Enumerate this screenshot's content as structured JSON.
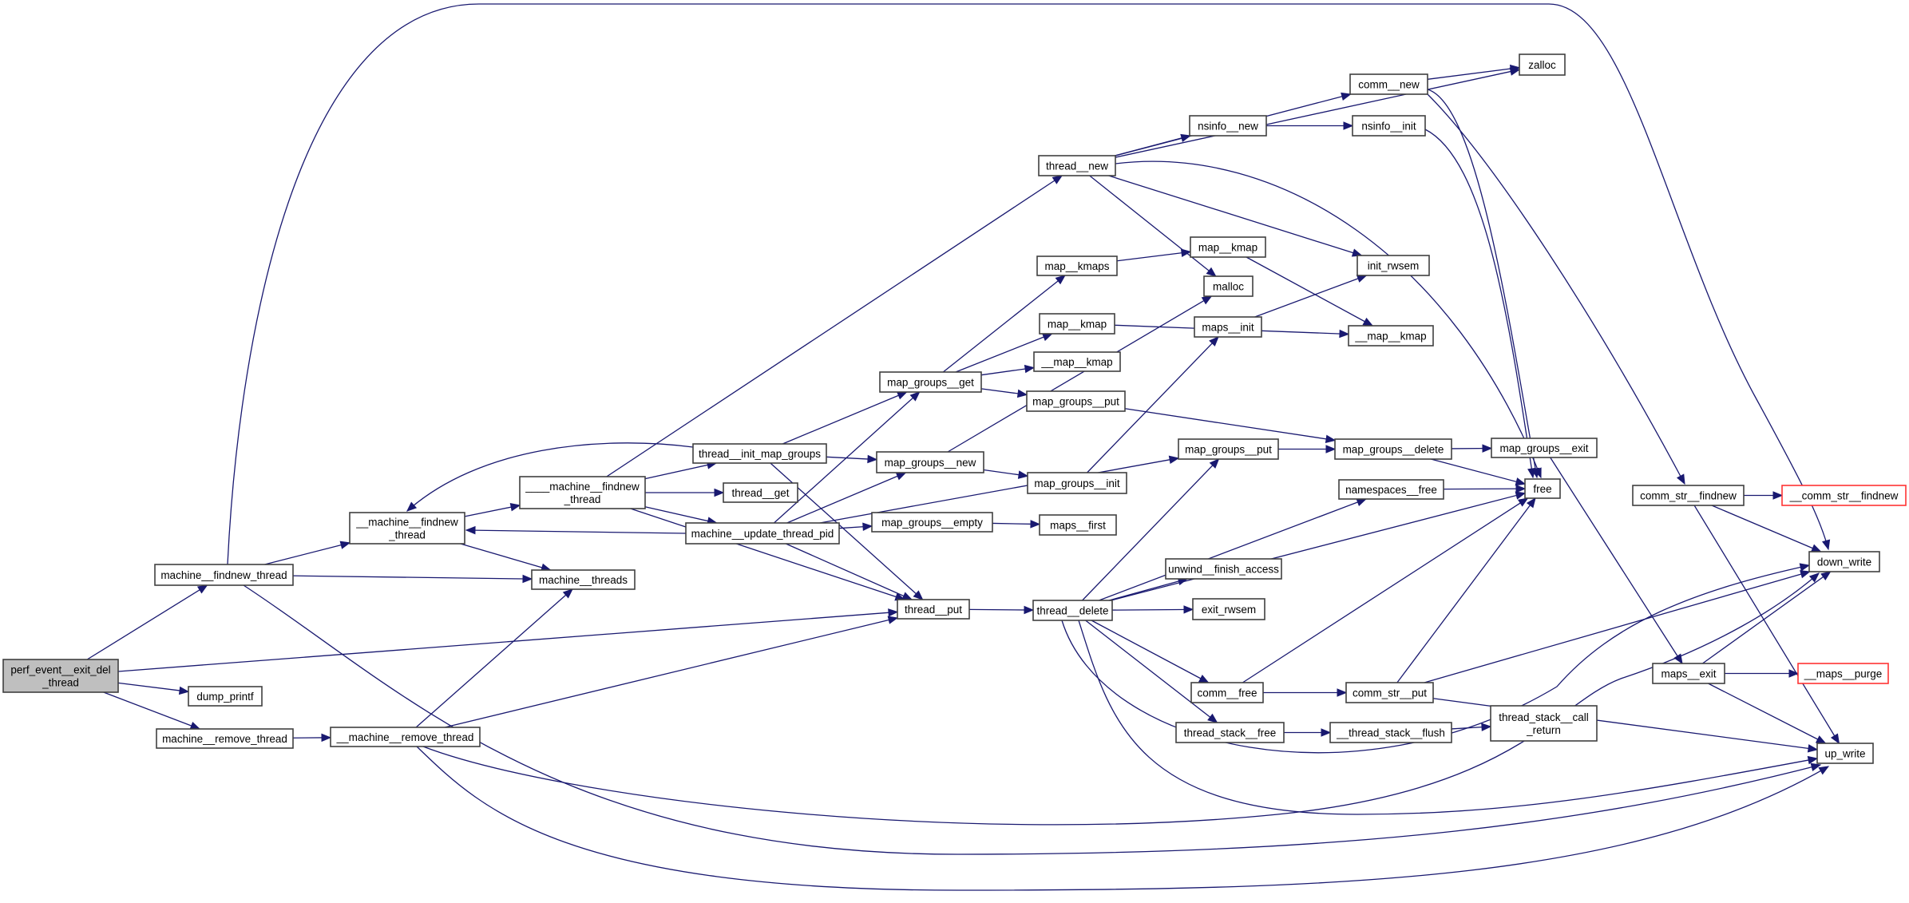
{
  "title": "Call graph for perf_event__exit_del_thread",
  "colors": {
    "edge": "#191970",
    "node_border": "#404040",
    "root_fill": "#bfbfbf",
    "external_border": "#ff3333",
    "background": "#ffffff"
  },
  "nodes": [
    {
      "id": "perf_event__exit_del_thread",
      "label": [
        "perf_event__exit_del",
        "_thread"
      ],
      "kind": "root"
    },
    {
      "id": "machine__findnew_thread",
      "label": [
        "machine__findnew_thread"
      ]
    },
    {
      "id": "dump_printf",
      "label": [
        "dump_printf"
      ]
    },
    {
      "id": "machine__remove_thread",
      "label": [
        "machine__remove_thread"
      ]
    },
    {
      "id": "__machine__findnew_thread",
      "label": [
        "__machine__findnew",
        "_thread"
      ]
    },
    {
      "id": "machine__threads",
      "label": [
        "machine__threads"
      ]
    },
    {
      "id": "____machine__findnew_thread",
      "label": [
        "____machine__findnew",
        "_thread"
      ]
    },
    {
      "id": "__machine__remove_thread",
      "label": [
        "__machine__remove_thread"
      ]
    },
    {
      "id": "thread__init_map_groups",
      "label": [
        "thread__init_map_groups"
      ]
    },
    {
      "id": "thread__get",
      "label": [
        "thread__get"
      ]
    },
    {
      "id": "machine__update_thread_pid",
      "label": [
        "machine__update_thread_pid"
      ]
    },
    {
      "id": "thread__put",
      "label": [
        "thread__put"
      ]
    },
    {
      "id": "thread__new",
      "label": [
        "thread__new"
      ]
    },
    {
      "id": "map_groups__get",
      "label": [
        "map_groups__get"
      ]
    },
    {
      "id": "map_groups__new",
      "label": [
        "map_groups__new"
      ]
    },
    {
      "id": "map_groups__empty",
      "label": [
        "map_groups__empty"
      ]
    },
    {
      "id": "map__kmaps",
      "label": [
        "map__kmaps"
      ]
    },
    {
      "id": "map__kmap_a",
      "label": [
        "map__kmap"
      ]
    },
    {
      "id": "__map__kmap_a",
      "label": [
        "__map__kmap"
      ]
    },
    {
      "id": "map_groups__put_a",
      "label": [
        "map_groups__put"
      ]
    },
    {
      "id": "map_groups__init",
      "label": [
        "map_groups__init"
      ]
    },
    {
      "id": "maps__first",
      "label": [
        "maps__first"
      ]
    },
    {
      "id": "malloc",
      "label": [
        "malloc"
      ]
    },
    {
      "id": "map__kmap_b",
      "label": [
        "map__kmap"
      ]
    },
    {
      "id": "maps__init",
      "label": [
        "maps__init"
      ]
    },
    {
      "id": "map_groups__put_b",
      "label": [
        "map_groups__put"
      ]
    },
    {
      "id": "thread__delete",
      "label": [
        "thread__delete"
      ]
    },
    {
      "id": "unwind__finish_access",
      "label": [
        "unwind__finish_access"
      ]
    },
    {
      "id": "exit_rwsem",
      "label": [
        "exit_rwsem"
      ]
    },
    {
      "id": "comm__free",
      "label": [
        "comm__free"
      ]
    },
    {
      "id": "thread_stack__free",
      "label": [
        "thread_stack__free"
      ]
    },
    {
      "id": "nsinfo__new",
      "label": [
        "nsinfo__new"
      ]
    },
    {
      "id": "nsinfo__init",
      "label": [
        "nsinfo__init"
      ]
    },
    {
      "id": "comm__new",
      "label": [
        "comm__new"
      ]
    },
    {
      "id": "zalloc",
      "label": [
        "zalloc"
      ]
    },
    {
      "id": "init_rwsem",
      "label": [
        "init_rwsem"
      ]
    },
    {
      "id": "__map__kmap_b",
      "label": [
        "__map__kmap"
      ]
    },
    {
      "id": "map_groups__delete",
      "label": [
        "map_groups__delete"
      ]
    },
    {
      "id": "namespaces__free",
      "label": [
        "namespaces__free"
      ]
    },
    {
      "id": "comm_str__put",
      "label": [
        "comm_str__put"
      ]
    },
    {
      "id": "__thread_stack__flush",
      "label": [
        "__thread_stack__flush"
      ]
    },
    {
      "id": "map_groups__exit",
      "label": [
        "map_groups__exit"
      ]
    },
    {
      "id": "free",
      "label": [
        "free"
      ]
    },
    {
      "id": "thread_stack__call_return",
      "label": [
        "thread_stack__call",
        "_return"
      ]
    },
    {
      "id": "comm_str__findnew",
      "label": [
        "comm_str__findnew"
      ]
    },
    {
      "id": "__comm_str__findnew",
      "label": [
        "__comm_str__findnew"
      ],
      "kind": "external"
    },
    {
      "id": "down_write",
      "label": [
        "down_write"
      ]
    },
    {
      "id": "maps__exit",
      "label": [
        "maps__exit"
      ]
    },
    {
      "id": "__maps__purge",
      "label": [
        "__maps__purge"
      ],
      "kind": "external"
    },
    {
      "id": "up_write",
      "label": [
        "up_write"
      ]
    }
  ],
  "edges": [
    [
      "perf_event__exit_del_thread",
      "machine__findnew_thread"
    ],
    [
      "perf_event__exit_del_thread",
      "thread__put"
    ],
    [
      "perf_event__exit_del_thread",
      "dump_printf"
    ],
    [
      "perf_event__exit_del_thread",
      "machine__remove_thread"
    ],
    [
      "machine__findnew_thread",
      "__machine__findnew_thread"
    ],
    [
      "machine__findnew_thread",
      "machine__threads"
    ],
    [
      "machine__findnew_thread",
      "down_write"
    ],
    [
      "machine__findnew_thread",
      "up_write"
    ],
    [
      "machine__remove_thread",
      "__machine__remove_thread"
    ],
    [
      "__machine__findnew_thread",
      "____machine__findnew_thread"
    ],
    [
      "__machine__findnew_thread",
      "machine__threads"
    ],
    [
      "____machine__findnew_thread",
      "thread__init_map_groups"
    ],
    [
      "____machine__findnew_thread",
      "thread__get"
    ],
    [
      "____machine__findnew_thread",
      "machine__update_thread_pid"
    ],
    [
      "____machine__findnew_thread",
      "thread__new"
    ],
    [
      "____machine__findnew_thread",
      "thread__put"
    ],
    [
      "thread__init_map_groups",
      "__machine__findnew_thread"
    ],
    [
      "thread__init_map_groups",
      "map_groups__new"
    ],
    [
      "thread__init_map_groups",
      "map_groups__get"
    ],
    [
      "thread__init_map_groups",
      "thread__put"
    ],
    [
      "machine__update_thread_pid",
      "__machine__findnew_thread"
    ],
    [
      "machine__update_thread_pid",
      "map_groups__get"
    ],
    [
      "machine__update_thread_pid",
      "map_groups__new"
    ],
    [
      "machine__update_thread_pid",
      "map_groups__empty"
    ],
    [
      "machine__update_thread_pid",
      "map_groups__put_b"
    ],
    [
      "machine__update_thread_pid",
      "thread__put"
    ],
    [
      "__machine__remove_thread",
      "machine__threads"
    ],
    [
      "__machine__remove_thread",
      "thread__put"
    ],
    [
      "__machine__remove_thread",
      "down_write"
    ],
    [
      "__machine__remove_thread",
      "up_write"
    ],
    [
      "thread__put",
      "thread__delete"
    ],
    [
      "thread__new",
      "zalloc"
    ],
    [
      "thread__new",
      "comm__new"
    ],
    [
      "thread__new",
      "nsinfo__new"
    ],
    [
      "thread__new",
      "init_rwsem"
    ],
    [
      "thread__new",
      "malloc"
    ],
    [
      "thread__new",
      "free"
    ],
    [
      "nsinfo__new",
      "nsinfo__init"
    ],
    [
      "nsinfo__init",
      "free"
    ],
    [
      "comm__new",
      "zalloc"
    ],
    [
      "comm__new",
      "comm_str__findnew"
    ],
    [
      "comm__new",
      "free"
    ],
    [
      "map_groups__get",
      "map__kmaps"
    ],
    [
      "map_groups__get",
      "map__kmap_a"
    ],
    [
      "map_groups__get",
      "__map__kmap_a"
    ],
    [
      "map_groups__get",
      "map_groups__put_a"
    ],
    [
      "map__kmaps",
      "map__kmap_b"
    ],
    [
      "map__kmap_b",
      "__map__kmap_b"
    ],
    [
      "map__kmap_a",
      "__map__kmap_b"
    ],
    [
      "map_groups__put_a",
      "map_groups__delete"
    ],
    [
      "map_groups__new",
      "malloc"
    ],
    [
      "map_groups__new",
      "map_groups__init"
    ],
    [
      "map_groups__init",
      "maps__init"
    ],
    [
      "maps__init",
      "init_rwsem"
    ],
    [
      "map_groups__empty",
      "maps__first"
    ],
    [
      "thread__delete",
      "map_groups__put_b"
    ],
    [
      "thread__delete",
      "namespaces__free"
    ],
    [
      "thread__delete",
      "unwind__finish_access"
    ],
    [
      "thread__delete",
      "exit_rwsem"
    ],
    [
      "thread__delete",
      "free"
    ],
    [
      "thread__delete",
      "comm__free"
    ],
    [
      "thread__delete",
      "thread_stack__free"
    ],
    [
      "thread__delete",
      "down_write"
    ],
    [
      "thread__delete",
      "up_write"
    ],
    [
      "map_groups__put_b",
      "map_groups__delete"
    ],
    [
      "map_groups__delete",
      "map_groups__exit"
    ],
    [
      "map_groups__delete",
      "free"
    ],
    [
      "namespaces__free",
      "free"
    ],
    [
      "map_groups__exit",
      "maps__exit"
    ],
    [
      "comm__free",
      "comm_str__put"
    ],
    [
      "comm__free",
      "free"
    ],
    [
      "comm_str__put",
      "free"
    ],
    [
      "comm_str__put",
      "down_write"
    ],
    [
      "comm_str__put",
      "up_write"
    ],
    [
      "thread_stack__free",
      "__thread_stack__flush"
    ],
    [
      "__thread_stack__flush",
      "thread_stack__call_return"
    ],
    [
      "comm_str__findnew",
      "__comm_str__findnew"
    ],
    [
      "comm_str__findnew",
      "down_write"
    ],
    [
      "comm_str__findnew",
      "up_write"
    ],
    [
      "maps__exit",
      "__maps__purge"
    ],
    [
      "maps__exit",
      "down_write"
    ],
    [
      "maps__exit",
      "up_write"
    ]
  ]
}
